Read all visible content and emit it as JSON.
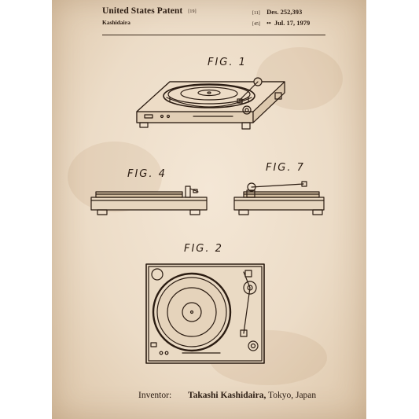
{
  "header": {
    "title": "United States Patent",
    "title_code": "[19]",
    "inventor_surname": "Kashidaira",
    "patent_code": "[11]",
    "patent_number": "Des. 252,393",
    "date_code": "[45]",
    "date_marker": "••",
    "date": "Jul. 17, 1979"
  },
  "figures": {
    "fig1": "FIG. 1",
    "fig4": "FIG. 4",
    "fig7": "FIG. 7",
    "fig2": "FIG. 2"
  },
  "footer": {
    "label": "Inventor:",
    "name": "Takashi Kashidaira,",
    "location": "Tokyo, Japan"
  },
  "colors": {
    "paper": "#efe0cc",
    "ink": "#2b1c12"
  }
}
